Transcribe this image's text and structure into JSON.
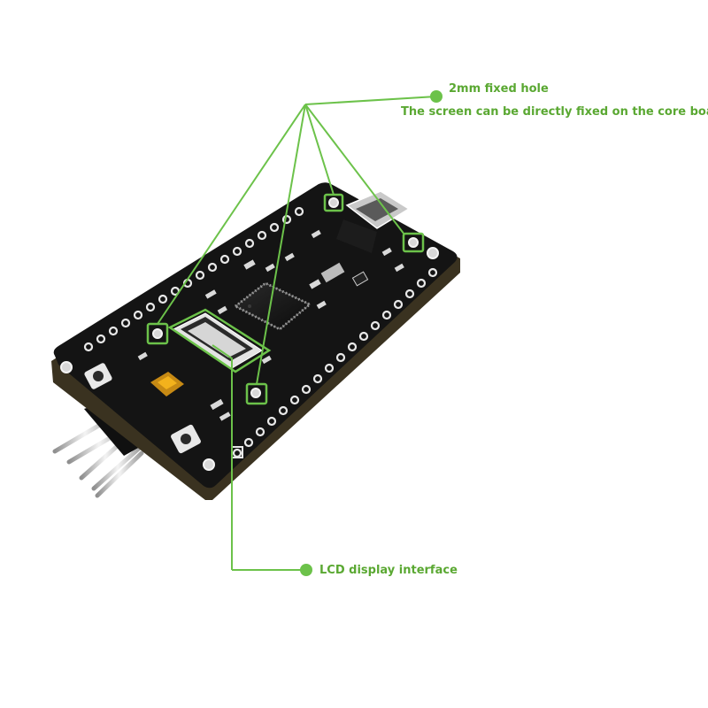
{
  "annotations": {
    "fixed_hole": "2mm fixed hole",
    "fixed_screen": "The screen can be directly fixed on the core board",
    "lcd_interface": "LCD display interface"
  },
  "colors": {
    "accent": "#6cc24a",
    "label_text": "#5aa832",
    "pcb": "#141414",
    "pcb_edge": "#3a3220",
    "pad": "#e8e8e8"
  }
}
